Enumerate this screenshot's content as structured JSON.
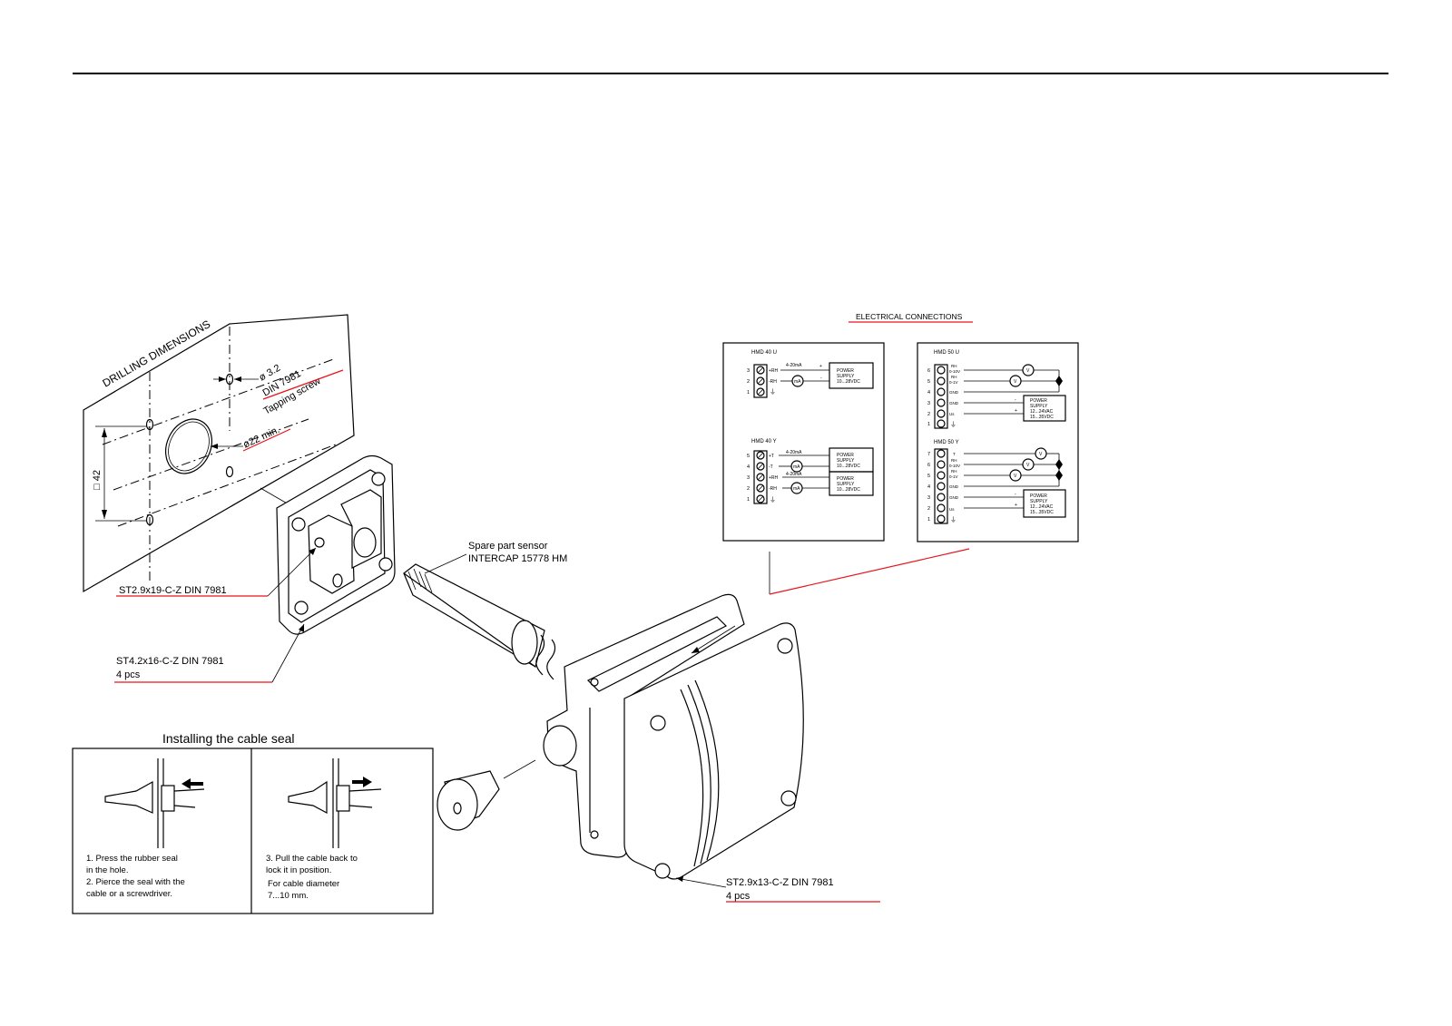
{
  "drilling": {
    "title": "DRILLING DIMENSIONS",
    "dia_small": "ø 3.2",
    "din": "DIN 7981",
    "tapping": "Tapping screw",
    "dia_big": "ø22 min.",
    "square": "□ 42"
  },
  "labels": {
    "screw_small": "ST2.9x19-C-Z  DIN 7981",
    "screw_mount": "ST4.2x16-C-Z  DIN 7981",
    "screw_mount_qty": "4 pcs",
    "spare_line1": "Spare part sensor",
    "spare_line2": "INTERCAP  15778 HM",
    "screw_lid": "ST2.9x13-C-Z  DIN 7981",
    "screw_lid_qty": "4 pcs"
  },
  "cable_seal": {
    "title": "Installing the cable seal",
    "left": [
      "1. Press the rubber seal",
      "in the hole.",
      "2. Pierce the seal with the",
      "cable or a screwdriver."
    ],
    "right": [
      "3. Pull the cable back to",
      "lock it in position.",
      "For cable diameter",
      "7...10 mm."
    ]
  },
  "electrical": {
    "title": "ELECTRICAL CONNECTIONS",
    "hmd40u": {
      "title": "HMD 40 U",
      "terminals": [
        "3",
        "2",
        "1"
      ],
      "signals": [
        "+RH",
        "-RH"
      ],
      "current": "4-20mA",
      "meter": "mA",
      "plus": "+",
      "minus": "-",
      "supply": [
        "POWER",
        "SUPPLY",
        "10...28VDC"
      ]
    },
    "hmd40y": {
      "title": "HMD 40 Y",
      "terminals": [
        "5",
        "4",
        "3",
        "2",
        "1"
      ],
      "signals": [
        "+T",
        "-T",
        "+RH",
        "-RH"
      ],
      "current": "4-20mA",
      "meter": "mA",
      "plus": "+",
      "minus": "-",
      "supply": [
        "POWER",
        "SUPPLY",
        "10...28VDC"
      ]
    },
    "hmd50u": {
      "title": "HMD 50 U",
      "terminals": [
        "6",
        "5",
        "4",
        "3",
        "2",
        "1"
      ],
      "signals": [
        "RH",
        "0-10V",
        "RH",
        "0-1V",
        "GND",
        "GND",
        "Us"
      ],
      "meter": "V",
      "plus": "+",
      "minus": "-",
      "supply": [
        "POWER",
        "SUPPLY",
        "12...24VAC",
        "15...35VDC"
      ]
    },
    "hmd50y": {
      "title": "HMD 50 Y",
      "terminals": [
        "7",
        "6",
        "5",
        "4",
        "3",
        "2",
        "1"
      ],
      "signals": [
        "T",
        "RH",
        "0-10V",
        "RH",
        "0-1V",
        "GND",
        "GND",
        "Us"
      ],
      "meter": "V",
      "plus": "+",
      "minus": "-",
      "supply": [
        "POWER",
        "SUPPLY",
        "12...24VAC",
        "15...35VDC"
      ]
    }
  }
}
